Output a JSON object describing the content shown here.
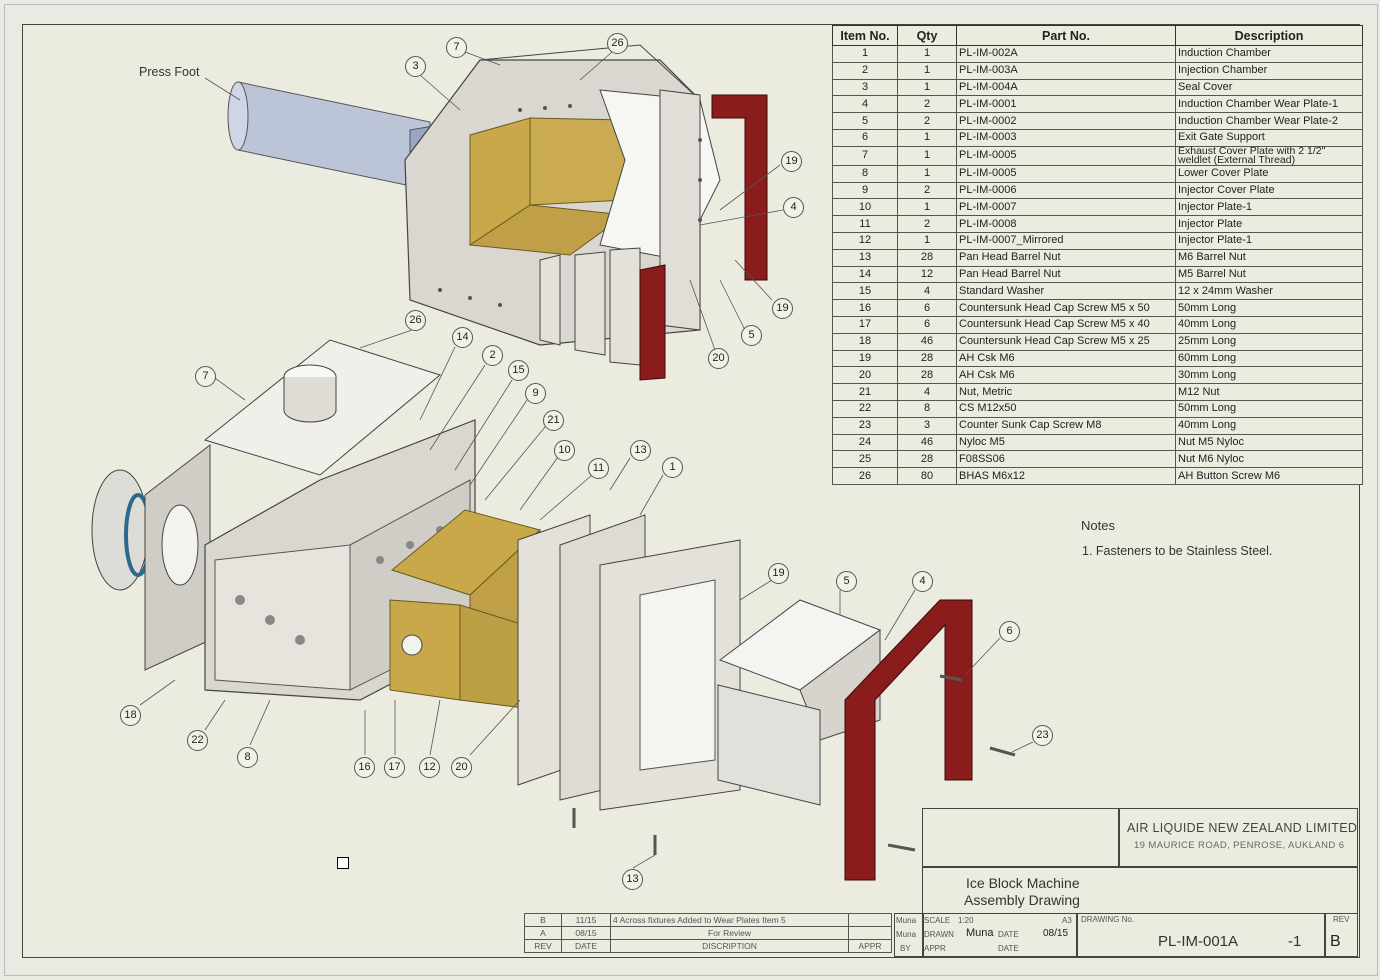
{
  "labels": {
    "press_foot": "Press Foot",
    "notes_title": "Notes",
    "note_1": "1. Fasteners to be Stainless Steel."
  },
  "bom": {
    "headers": [
      "Item No.",
      "Qty",
      "Part No.",
      "Description"
    ],
    "rows": [
      [
        "1",
        "1",
        "PL-IM-002A",
        "Induction Chamber"
      ],
      [
        "2",
        "1",
        "PL-IM-003A",
        "Injection Chamber"
      ],
      [
        "3",
        "1",
        "PL-IM-004A",
        "Seal Cover"
      ],
      [
        "4",
        "2",
        "PL-IM-0001",
        "Induction Chamber Wear Plate-1"
      ],
      [
        "5",
        "2",
        "PL-IM-0002",
        "Induction Chamber Wear Plate-2"
      ],
      [
        "6",
        "1",
        "PL-IM-0003",
        "Exit Gate Support"
      ],
      [
        "7",
        "1",
        "PL-IM-0005",
        "Exhaust Cover Plate with 2 1/2\" weldlet (External Thread)"
      ],
      [
        "8",
        "1",
        "PL-IM-0005",
        "Lower Cover Plate"
      ],
      [
        "9",
        "2",
        "PL-IM-0006",
        "Injector Cover Plate"
      ],
      [
        "10",
        "1",
        "PL-IM-0007",
        "Injector Plate-1"
      ],
      [
        "11",
        "2",
        "PL-IM-0008",
        "Injector Plate"
      ],
      [
        "12",
        "1",
        "PL-IM-0007_Mirrored",
        "Injector Plate-1"
      ],
      [
        "13",
        "28",
        "Pan Head Barrel Nut",
        "M6 Barrel Nut"
      ],
      [
        "14",
        "12",
        "Pan Head Barrel Nut",
        "M5 Barrel Nut"
      ],
      [
        "15",
        "4",
        "Standard Washer",
        "12 x 24mm Washer"
      ],
      [
        "16",
        "6",
        "Countersunk Head Cap Screw M5 x 50",
        "50mm Long"
      ],
      [
        "17",
        "6",
        "Countersunk Head Cap Screw M5 x 40",
        "40mm Long"
      ],
      [
        "18",
        "46",
        "Countersunk Head Cap Screw M5 x 25",
        "25mm Long"
      ],
      [
        "19",
        "28",
        "AH Csk M6",
        "60mm Long"
      ],
      [
        "20",
        "28",
        "AH Csk M6",
        "30mm Long"
      ],
      [
        "21",
        "4",
        "Nut, Metric",
        "M12 Nut"
      ],
      [
        "22",
        "8",
        "CS M12x50",
        "50mm Long"
      ],
      [
        "23",
        "3",
        "Counter Sunk Cap Screw M8",
        "40mm Long"
      ],
      [
        "24",
        "46",
        "Nyloc M5",
        "Nut M5 Nyloc"
      ],
      [
        "25",
        "28",
        "F08SS06",
        "Nut M6 Nyloc"
      ],
      [
        "26",
        "80",
        "BHAS M6x12",
        "AH Button Screw M6"
      ]
    ]
  },
  "balloons": {
    "b7a": "7",
    "b26a": "26",
    "b3": "3",
    "b19a": "19",
    "b4a": "4",
    "b19b": "19",
    "b5a": "5",
    "b20a": "20",
    "b26b": "26",
    "b14": "14",
    "b2": "2",
    "b15": "15",
    "b7b": "7",
    "b9": "9",
    "b21": "21",
    "b10": "10",
    "b13a": "13",
    "b11": "11",
    "b1": "1",
    "b19c": "19",
    "b5b": "5",
    "b4b": "4",
    "b6": "6",
    "b23": "23",
    "b18": "18",
    "b22": "22",
    "b8": "8",
    "b16": "16",
    "b17": "17",
    "b12": "12",
    "b20b": "20",
    "b13b": "13"
  },
  "title_block": {
    "company": "AIR LIQUIDE NEW ZEALAND LIMITED",
    "address": "19 MAURICE ROAD, PENROSE, AUKLAND 6",
    "title_line1": "Ice Block Machine",
    "title_line2": "Assembly Drawing",
    "scale_label": "SCALE",
    "scale_value": "1:20",
    "size": "A3",
    "drawing_no_label": "DRAWING No.",
    "drawing_no": "PL-IM-001A",
    "sheet": "-1",
    "rev_label": "REV",
    "rev": "B",
    "drawn_label": "DRAWN",
    "drawn_by": "Muna",
    "date_label": "DATE",
    "date_value": "08/15",
    "appr_label": "APPR",
    "by_label": "BY",
    "apprn_label": "APPR",
    "date2_label": "DATE"
  },
  "revisions": {
    "rows": [
      [
        "B",
        "11/15",
        "4 Across fixtures Added to Wear Plates Item 5",
        "",
        "Muna"
      ],
      [
        "A",
        "08/15",
        "For Review",
        "",
        "Muna"
      ]
    ],
    "headers": [
      "REV",
      "DATE",
      "DISCRIPTION",
      "APPR",
      "BY"
    ]
  },
  "colors": {
    "sheet": "#ecebe0",
    "metal": "#d9d7d0",
    "brass": "#c8a848",
    "red_frame": "#8a1c1c",
    "pipe": "#bcc4d8"
  }
}
